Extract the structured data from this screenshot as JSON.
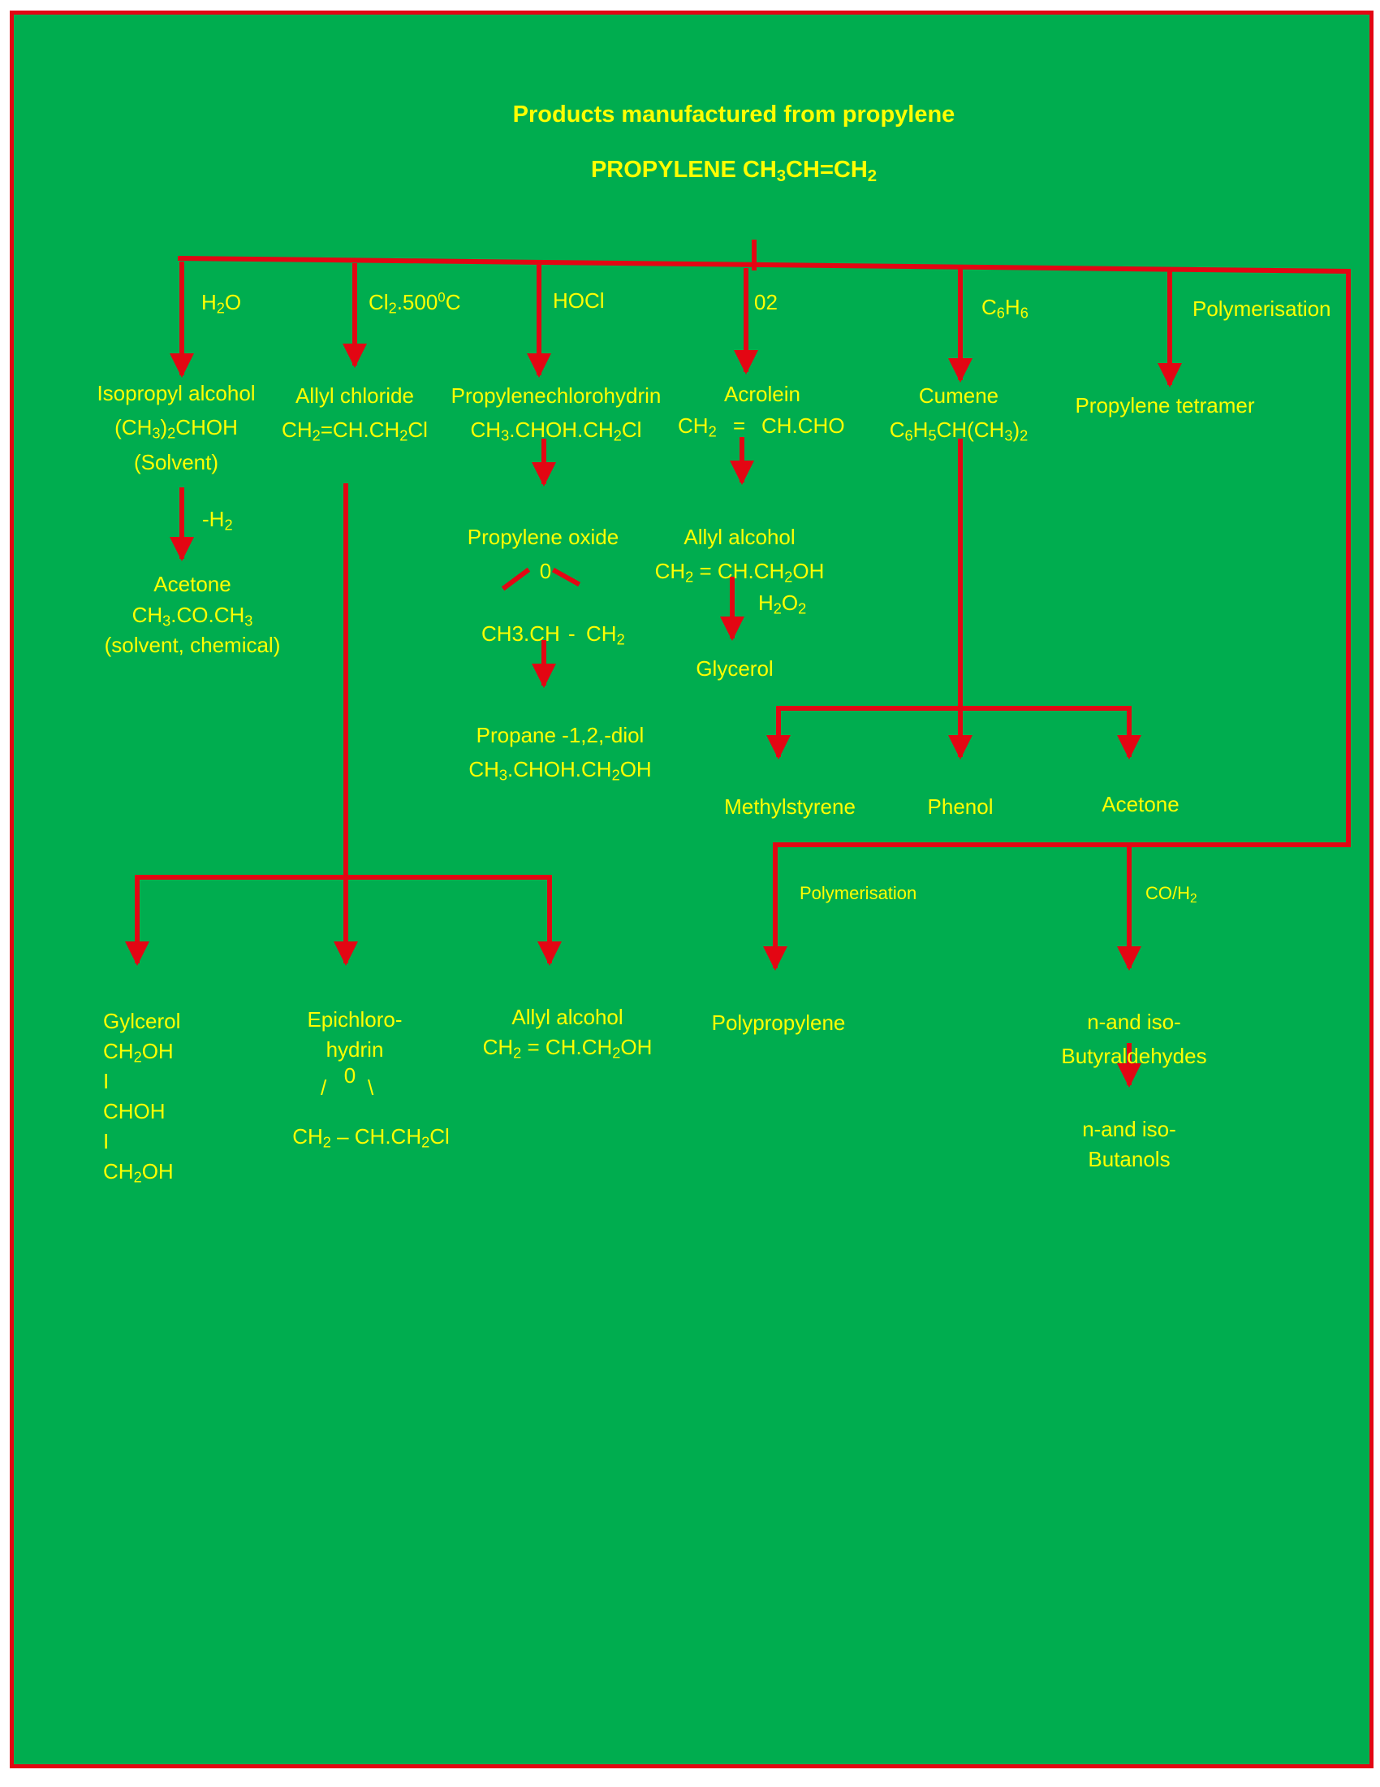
{
  "colors": {
    "background": "#00ad4f",
    "border": "#e30613",
    "text": "#ffff00",
    "arrow": "#e30613"
  },
  "title": "Products manufactured from propylene",
  "root": {
    "name": "PROPYLENE",
    "formula": "CH3CH=CH2"
  },
  "reagents": {
    "water": "H2O",
    "chlorine": "Cl2.500",
    "chlorine_temp_sup": "0",
    "chlorine_temp_unit": "C",
    "hocl": "HOCl",
    "oxygen": "02",
    "benzene": "C6H6",
    "polymerisation_top": "Polymerisation",
    "dehydrogenation": "-H2",
    "hydrogen_peroxide": "H2O2",
    "polymerisation_lower": "Polymerisation",
    "syngas": "CO/H2"
  },
  "products": {
    "isopropyl": {
      "name": "Isopropyl alcohol",
      "formula": "(CH3)2CHOH",
      "use": "(Solvent)"
    },
    "allyl_chloride": {
      "name": "Allyl chloride",
      "formula": "CH2=CH.CH2Cl"
    },
    "chlorohydrin": {
      "name": "Propylenechlorohydrin",
      "formula": "CH3.CHOH.CH2Cl"
    },
    "acrolein": {
      "name": "Acrolein",
      "formula_left": "CH2",
      "formula_eq": "=",
      "formula_right": "CH.CHO"
    },
    "cumene": {
      "name": "Cumene",
      "formula": "C6H5CH(CH3)2"
    },
    "tetramer": {
      "name": "Propylene tetramer"
    },
    "acetone_ipa": {
      "name": "Acetone",
      "formula": "CH3.CO.CH3",
      "use": "(solvent, chemical)"
    },
    "propylene_oxide": {
      "name": "Propylene oxide",
      "bridge": "0",
      "ring_left": "CH3.CH",
      "ring_dash": "-",
      "ring_right": "CH2"
    },
    "propane_diol": {
      "name": "Propane -1,2,-diol",
      "formula": "CH3.CHOH.CH2OH"
    },
    "allyl_alcohol_acrolein": {
      "name": "Allyl alcohol",
      "formula": "CH2 = CH.CH2OH"
    },
    "glycerol_acrolein": {
      "name": "Glycerol"
    },
    "methylstyrene": {
      "name": "Methylstyrene"
    },
    "phenol": {
      "name": "Phenol"
    },
    "acetone_cumene": {
      "name": "Acetone"
    },
    "gylcerol": {
      "name": "Gylcerol",
      "line1": "CH2OH",
      "bond1": "I",
      "line2": "CHOH",
      "bond2": "I",
      "line3": "CH2OH"
    },
    "epichlorohydrin": {
      "name_line1": "Epichloro-",
      "name_line2": "hydrin",
      "bridge": "0",
      "slash": "/",
      "backslash": "\\",
      "ring": "CH2 – CH.CH2Cl"
    },
    "allyl_alcohol_chloride": {
      "name": "Allyl alcohol",
      "formula": "CH2 = CH.CH2OH"
    },
    "polypropylene": {
      "name": "Polypropylene"
    },
    "butyraldehydes": {
      "line1": "n-and iso-",
      "line2": "Butyraldehydes"
    },
    "butanols": {
      "line1": "n-and iso-",
      "line2": "Butanols"
    }
  }
}
